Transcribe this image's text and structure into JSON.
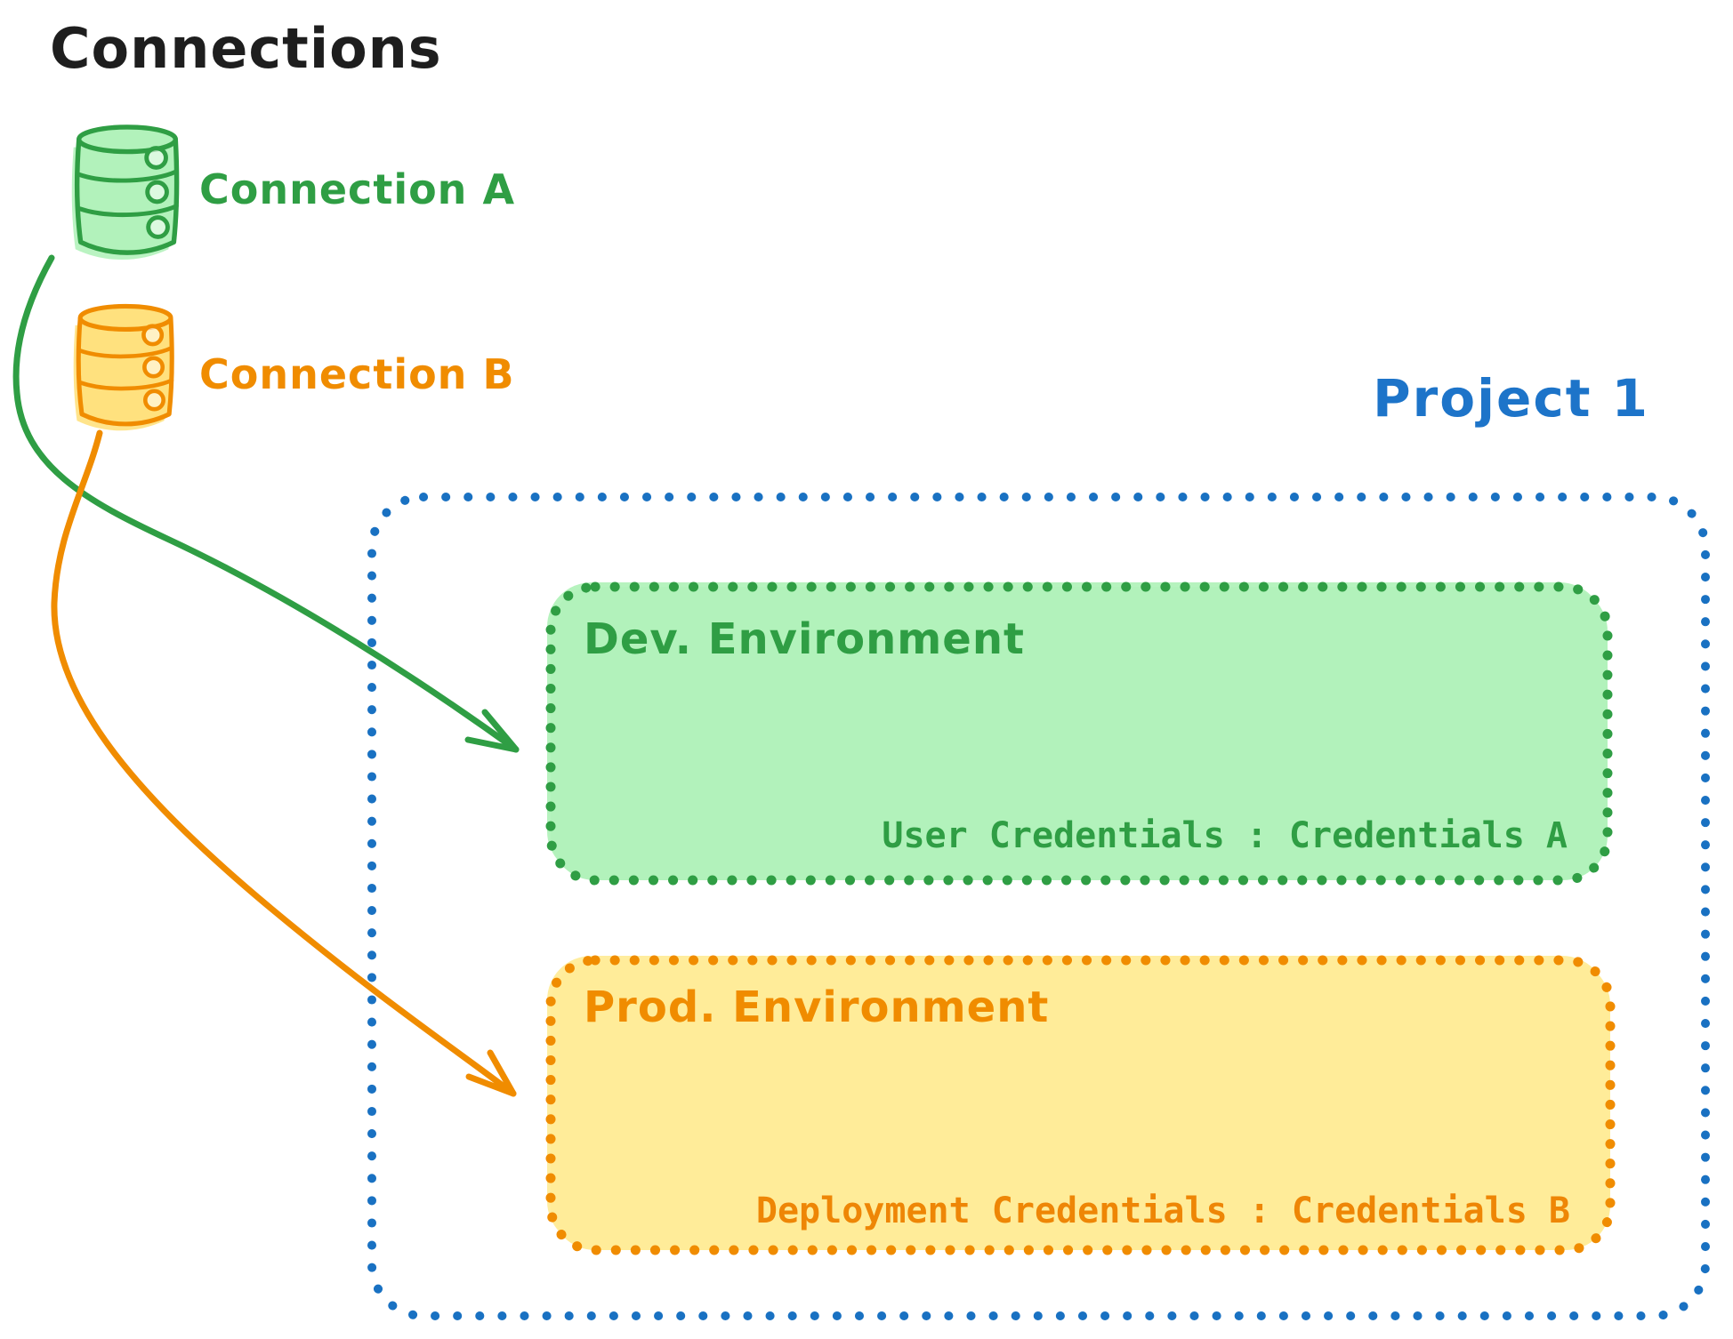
{
  "title": "Connections",
  "connections": [
    {
      "id": "connection-a",
      "label": "Connection A",
      "icon": "database-icon",
      "stroke_color": "#2f9e44",
      "fill_color": "#b2f2bb"
    },
    {
      "id": "connection-b",
      "label": "Connection B",
      "icon": "database-icon",
      "stroke_color": "#f08c00",
      "fill_color": "#ffe17e"
    }
  ],
  "project": {
    "label": "Project 1",
    "border_color": "#1971c2",
    "label_color": "#1d74c9",
    "environments": [
      {
        "id": "dev-environment",
        "title": "Dev. Environment",
        "credentials": "User Credentials : Credentials A",
        "stroke_color": "#2f9e44",
        "fill_color": "#b2f2bb"
      },
      {
        "id": "prod-environment",
        "title": "Prod. Environment",
        "credentials": "Deployment Credentials : Credentials B",
        "stroke_color": "#f08c00",
        "fill_color": "#ffec99"
      }
    ]
  },
  "arrows": [
    {
      "id": "arrow-a-to-dev",
      "from": "connection-a",
      "to": "dev-environment",
      "color": "#2f9e44"
    },
    {
      "id": "arrow-b-to-prod",
      "from": "connection-b",
      "to": "prod-environment",
      "color": "#f08c00"
    }
  ]
}
